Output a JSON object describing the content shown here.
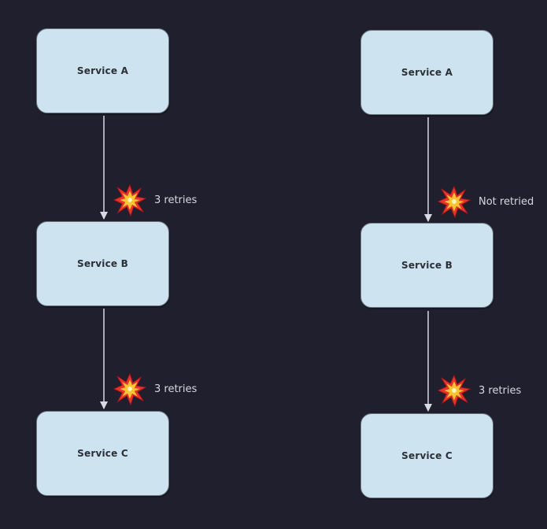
{
  "colors": {
    "background": "#1f1f2e",
    "node_fill": "#cde3f0",
    "node_border": "#6d7780",
    "arrow": "#d9d9e3",
    "annotation_text": "#d8d8e0",
    "burst_outer": "#e8352b",
    "burst_inner": "#f6c733"
  },
  "left_flow": {
    "nodes": [
      {
        "label": "Service A"
      },
      {
        "label": "Service B"
      },
      {
        "label": "Service C"
      }
    ],
    "edges": [
      {
        "icon": "collision-icon",
        "label": "3 retries"
      },
      {
        "icon": "collision-icon",
        "label": "3 retries"
      }
    ]
  },
  "right_flow": {
    "nodes": [
      {
        "label": "Service A"
      },
      {
        "label": "Service B"
      },
      {
        "label": "Service C"
      }
    ],
    "edges": [
      {
        "icon": "collision-icon",
        "label": "Not retried"
      },
      {
        "icon": "collision-icon",
        "label": "3 retries"
      }
    ]
  }
}
